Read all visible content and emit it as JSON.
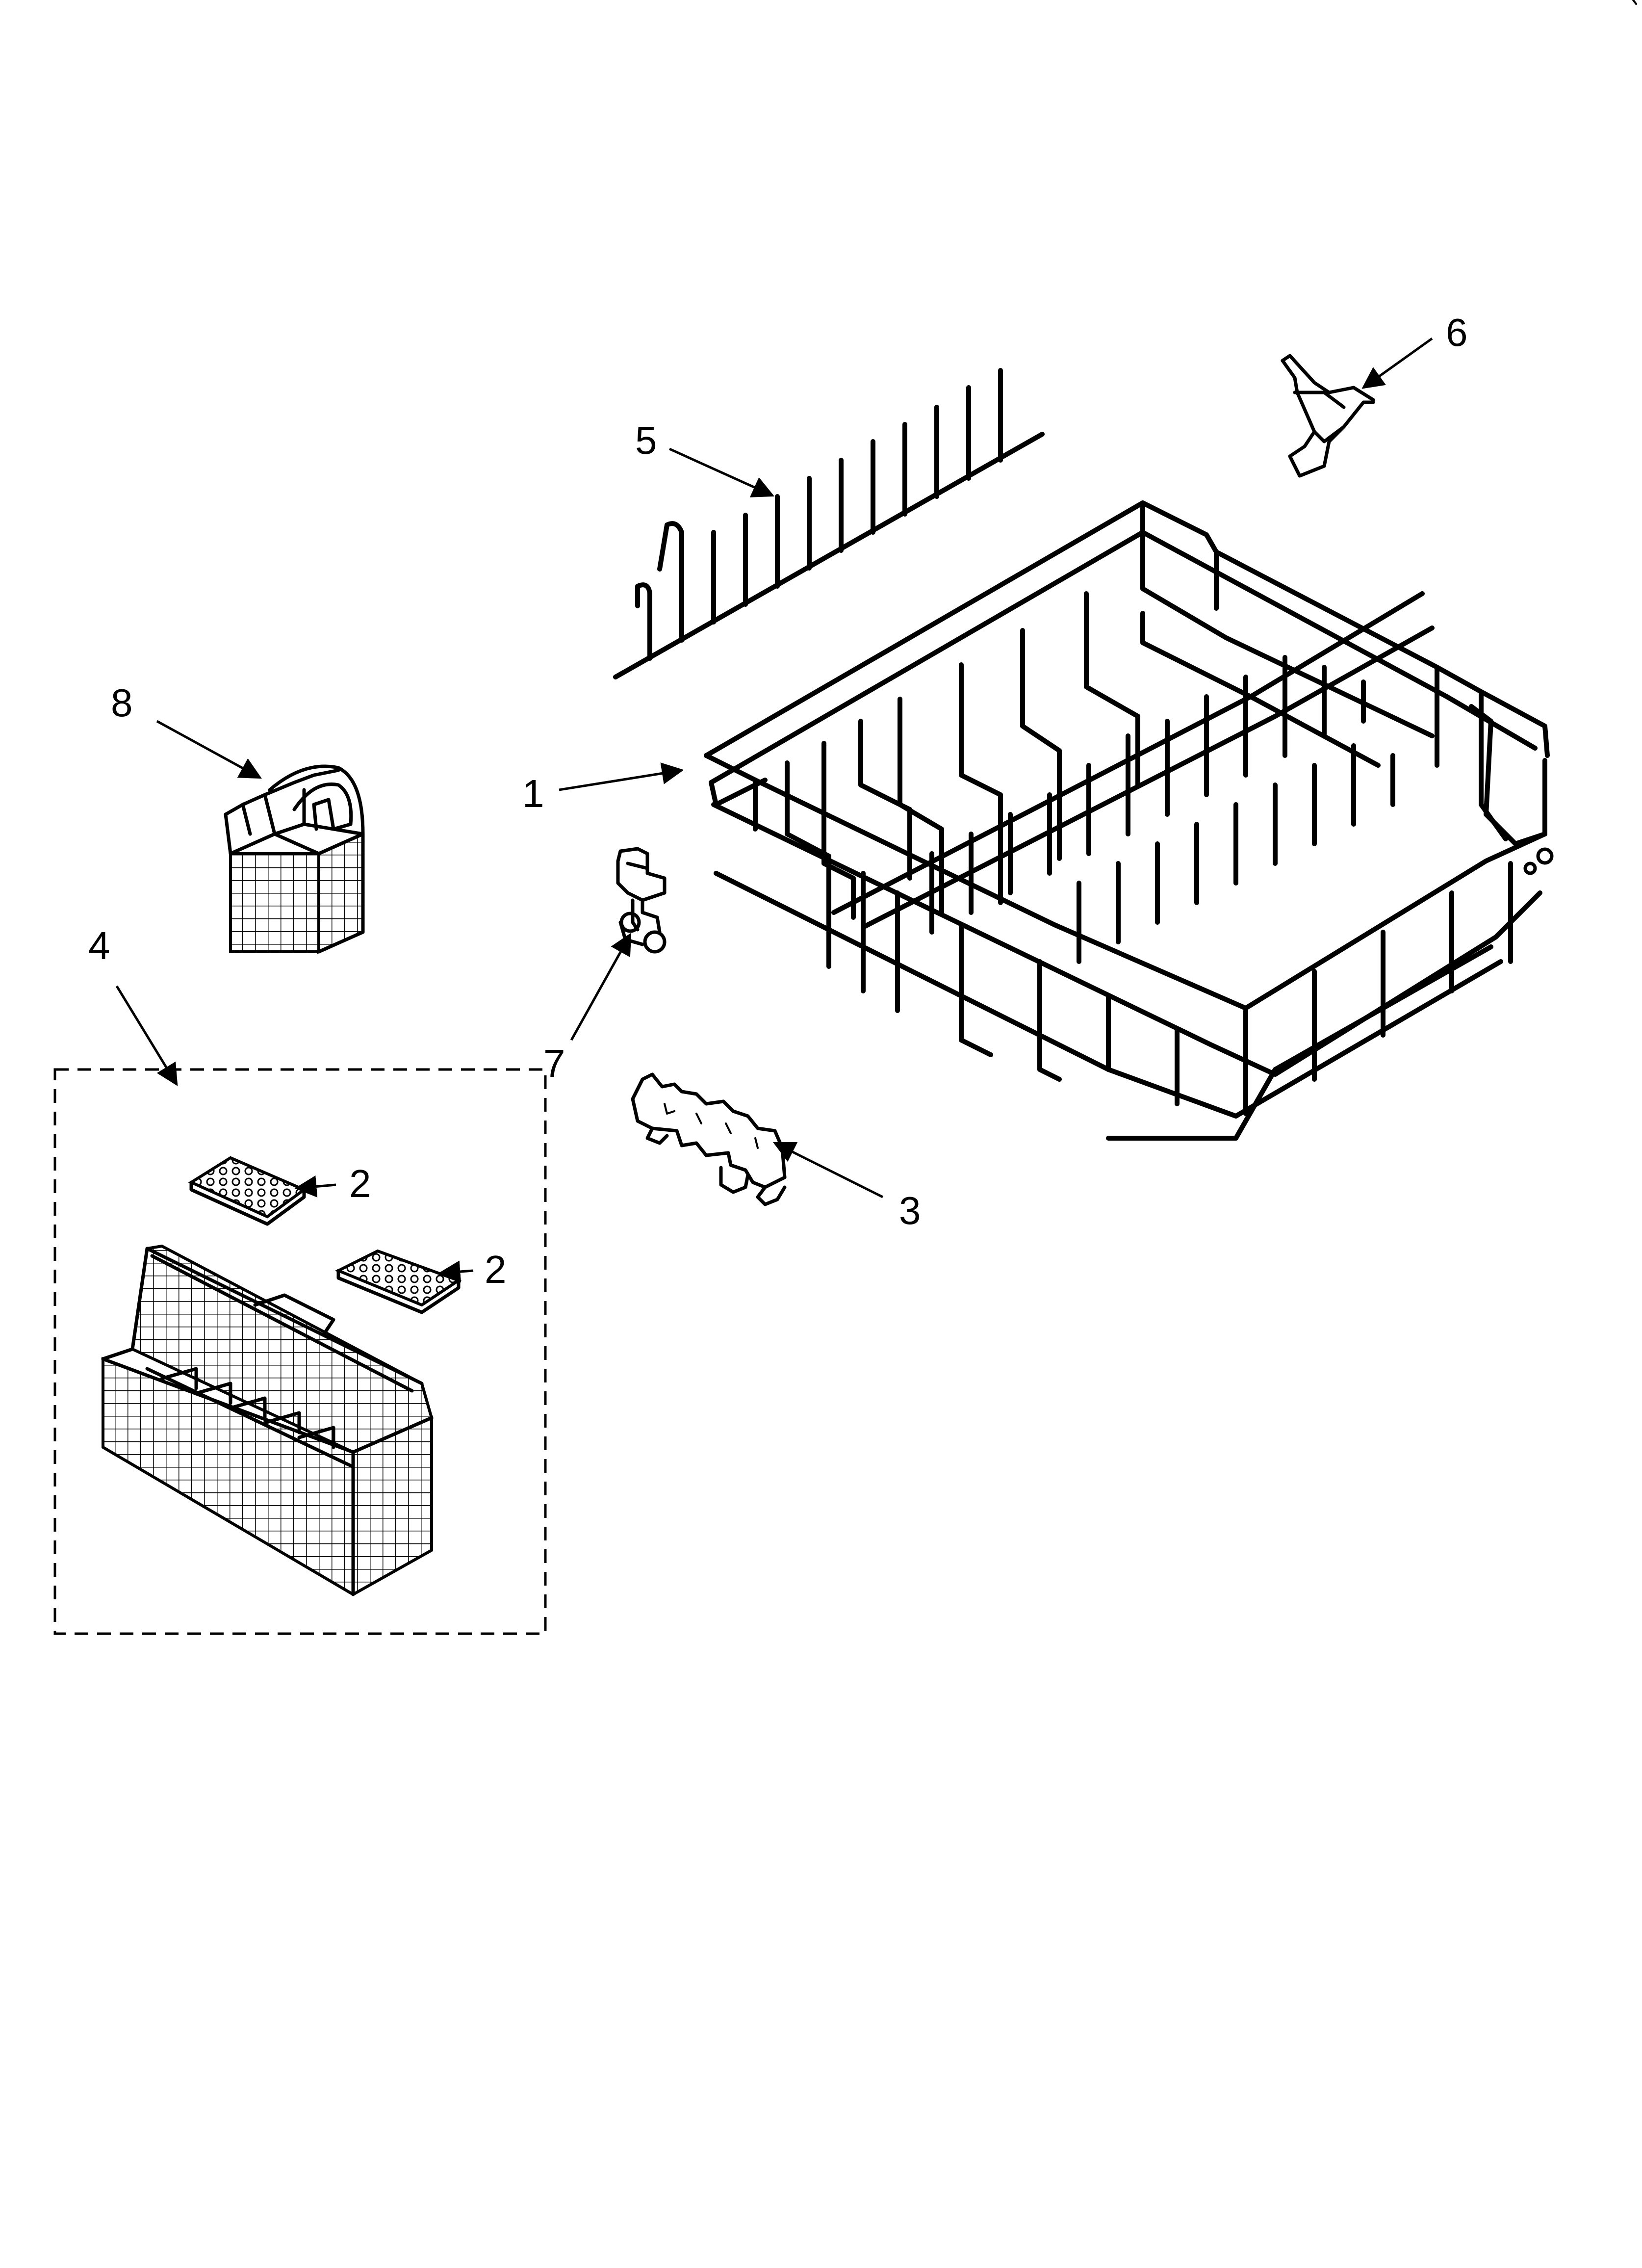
{
  "diagram": {
    "callouts": {
      "rack": "1",
      "basket_cover_top": "2",
      "basket_cover_right": "2",
      "roller_assembly": "3",
      "silverware_basket_kit": "4",
      "tine_row": "5",
      "rack_clip": "6",
      "hinge_clip": "7",
      "small_basket": "8"
    },
    "colors": {
      "line": "#000000",
      "background": "#ffffff"
    }
  }
}
